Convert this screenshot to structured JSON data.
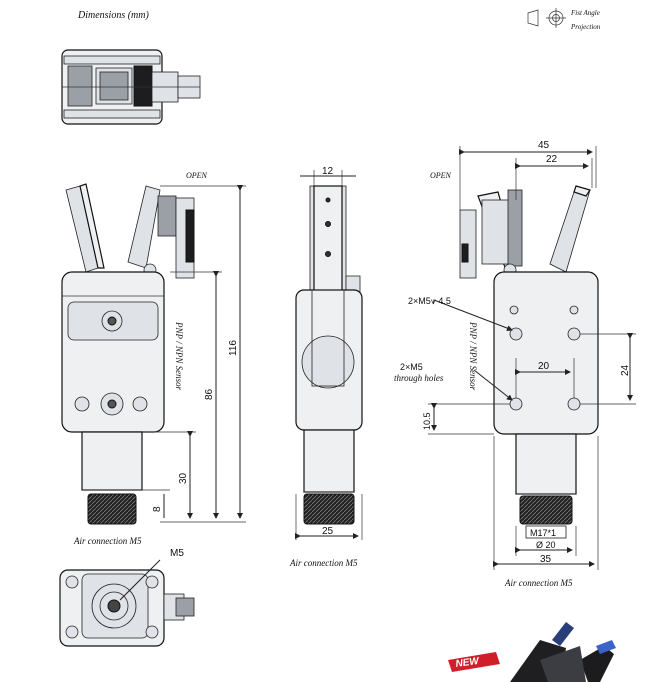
{
  "header": {
    "dimensions_note": "Dimensions (mm)",
    "projection_line1": "Fist Angle",
    "projection_line2": "Projection"
  },
  "left_view": {
    "open_label": "OPEN",
    "sensor_label": "PNP / NPN  Sensor",
    "dim_total": "116",
    "dim_body": "86",
    "dim_lower": "30",
    "dim_thread": "8",
    "air_label": "Air connection  M5"
  },
  "middle_view": {
    "dim_jaw": "12",
    "dim_width": "25",
    "air_label": "Air connection  M5"
  },
  "right_view": {
    "open_label": "OPEN",
    "dim_overall": "45",
    "dim_inner": "22",
    "holes_label": "2×M5⩛ 4.5",
    "through_line1": "2×M5",
    "through_line2": "through holes",
    "sensor_label": "PNP / NPN  Sensor",
    "dim_hole_spacing": "20",
    "dim_hole_vertical": "24",
    "dim_bottom": "10.5",
    "thread_label": "M17*1",
    "dim_dia": "Ø 20",
    "dim_base": "35",
    "air_label": "Air connection  M5"
  },
  "bottom_view": {
    "port_label": "M5"
  },
  "badge": {
    "text": "NEW"
  }
}
